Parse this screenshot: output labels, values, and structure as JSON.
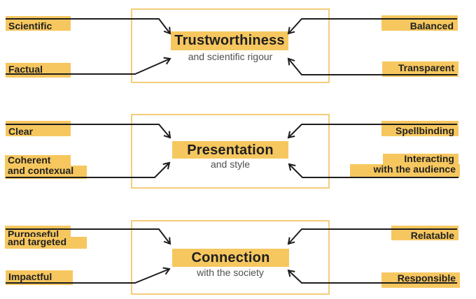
{
  "diagram": {
    "sections": [
      {
        "id": "trustworthiness",
        "title": "Trustworthiness",
        "subtitle": "and scientific rigour",
        "left": [
          {
            "lines": [
              "Scientific"
            ]
          },
          {
            "lines": [
              "Factual"
            ]
          }
        ],
        "right": [
          {
            "lines": [
              "Balanced"
            ]
          },
          {
            "lines": [
              "Transparent"
            ]
          }
        ]
      },
      {
        "id": "presentation",
        "title": "Presentation",
        "subtitle": "and style",
        "left": [
          {
            "lines": [
              "Clear"
            ]
          },
          {
            "lines": [
              "Coherent",
              "and contexual"
            ]
          }
        ],
        "right": [
          {
            "lines": [
              "Spellbinding"
            ]
          },
          {
            "lines": [
              "Interacting",
              "with the audience"
            ]
          }
        ]
      },
      {
        "id": "connection",
        "title": "Connection",
        "subtitle": "with the society",
        "left": [
          {
            "lines": [
              "Purposeful",
              "and targeted"
            ]
          },
          {
            "lines": [
              "Impactful"
            ]
          }
        ],
        "right": [
          {
            "lines": [
              "Relatable"
            ]
          },
          {
            "lines": [
              "Responsible"
            ]
          }
        ]
      }
    ],
    "colors": {
      "highlight": "#F6C75F",
      "frame_border": "#F4CC7B",
      "connector": "#1d1d1d",
      "title_text": "#1f1f1f",
      "subtitle_text": "#4f4f4f"
    }
  }
}
